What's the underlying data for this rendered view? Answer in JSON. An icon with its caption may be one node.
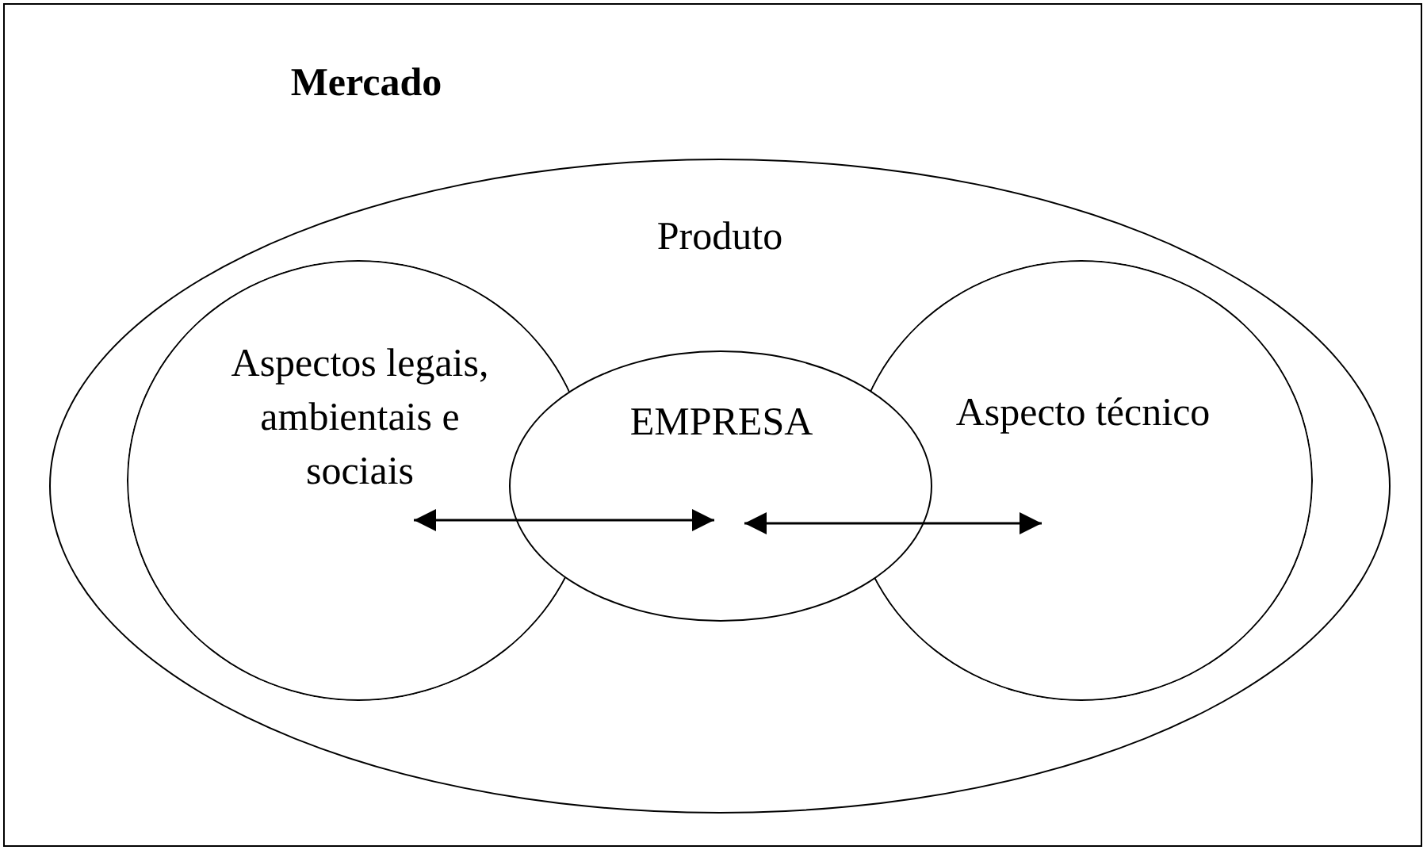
{
  "diagram": {
    "nodes": [
      {
        "text": [
          "Mercado"
        ]
      },
      {
        "text": [
          "Produto"
        ],
        "in": 0
      },
      {
        "text": [
          "Aspectos legais, ambientais e sociais"
        ],
        "in": 1
      },
      {
        "text": [
          "EMPRESA"
        ],
        "in": 1
      },
      {
        "text": [
          "Aspecto técnico"
        ],
        "in": 1
      }
    ],
    "edges": [
      {
        "from": 2,
        "to": 3,
        "arrow": "both"
      },
      {
        "from": 3,
        "to": 4,
        "arrow": "both"
      }
    ]
  }
}
